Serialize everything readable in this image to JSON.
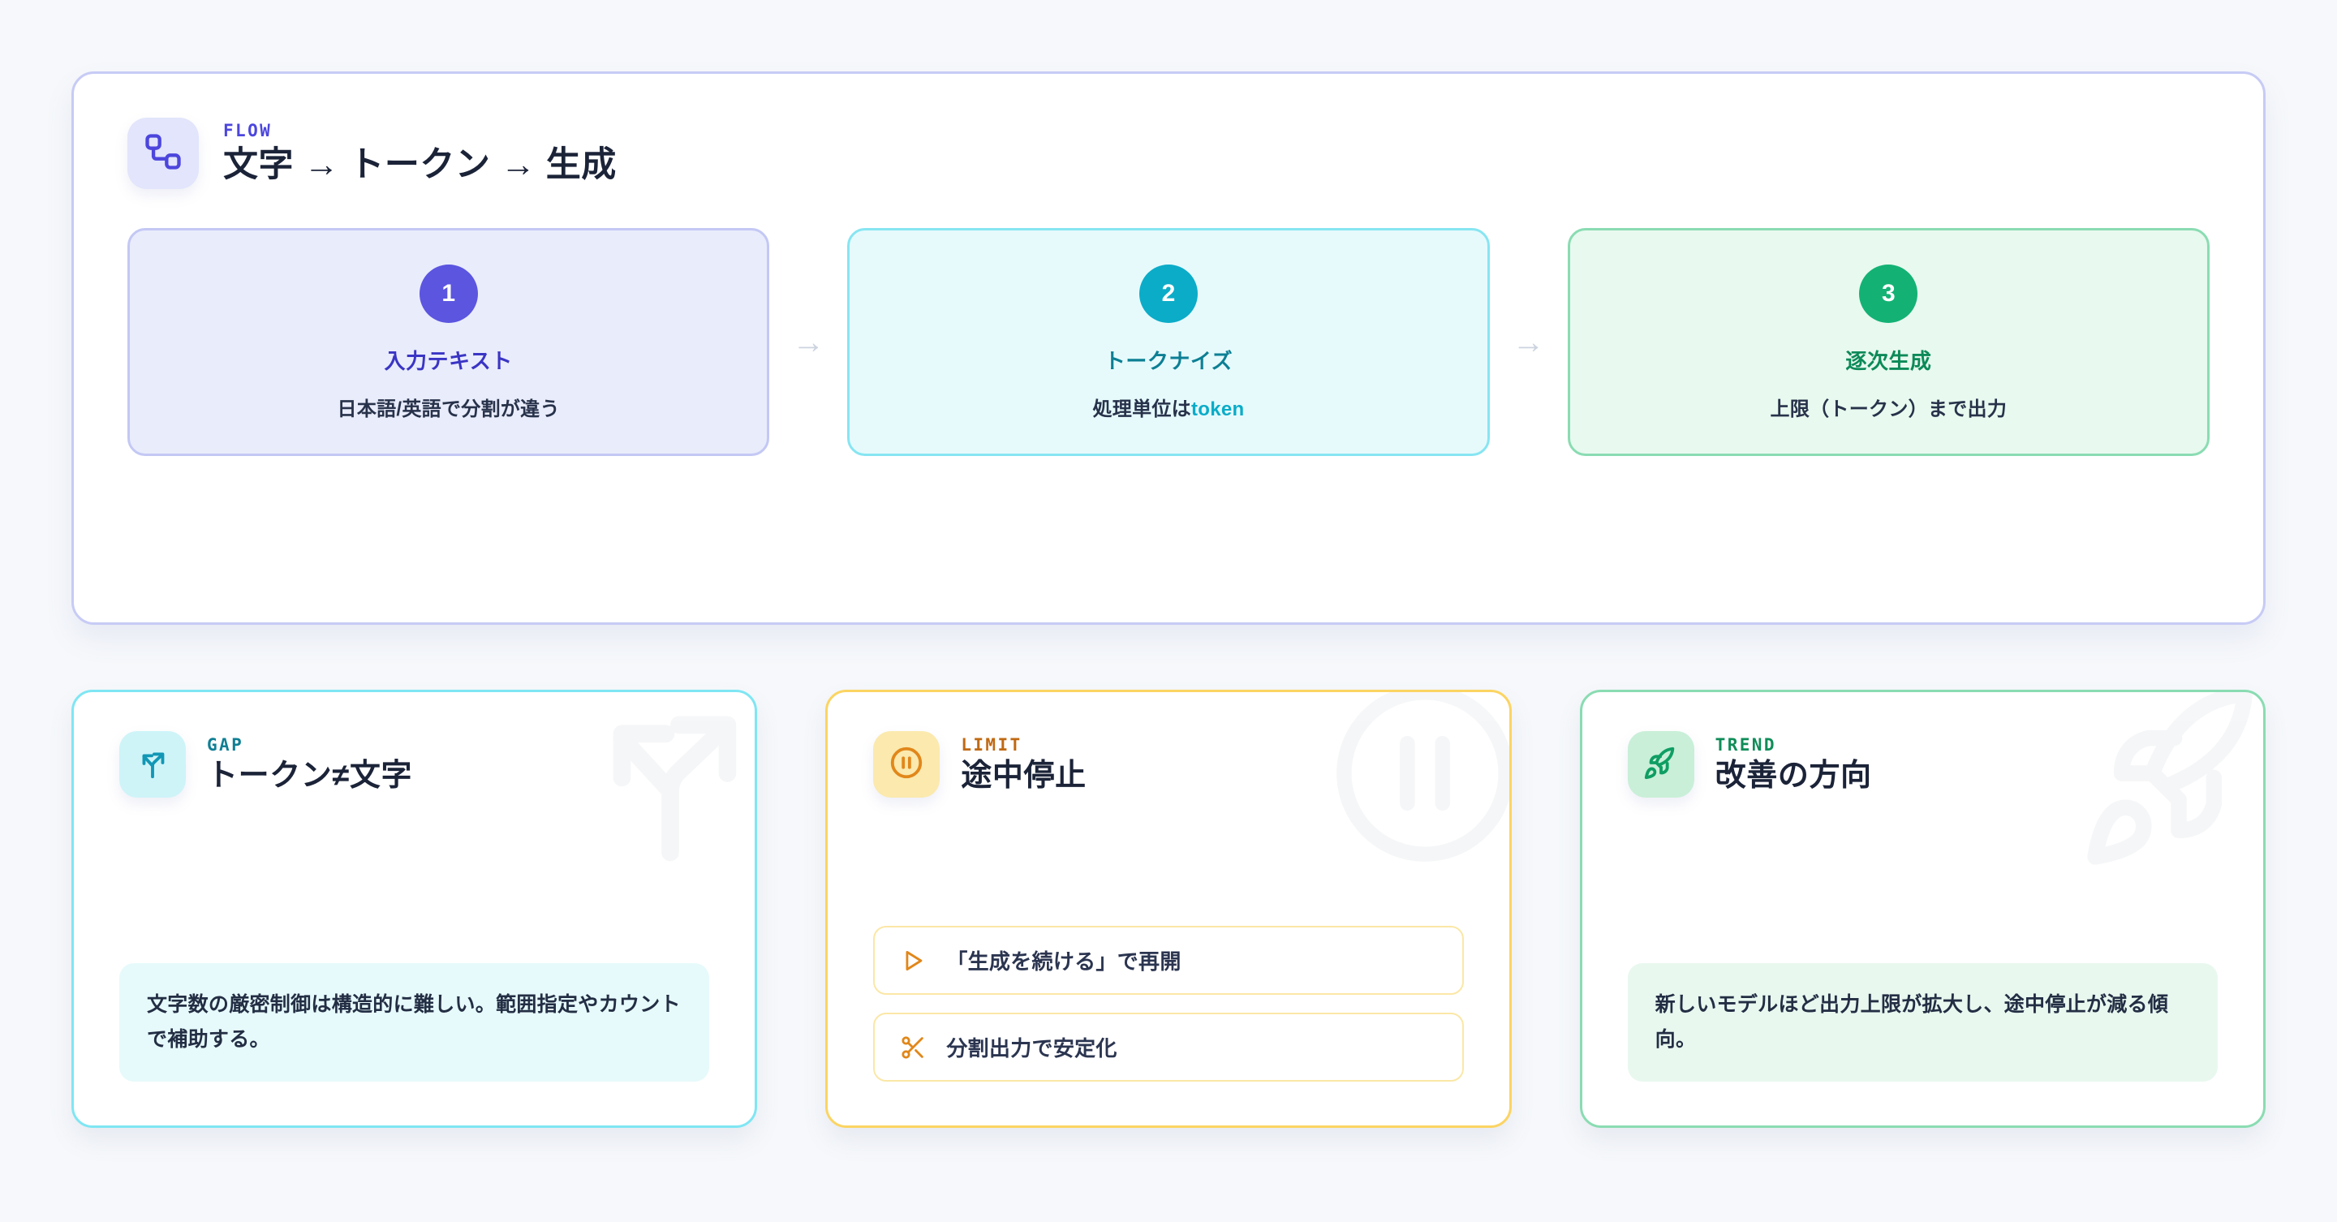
{
  "flow_panel": {
    "icon": "workflow-icon",
    "eyebrow": "FLOW",
    "title": "文字 → トークン → 生成",
    "arrow_glyph": "→",
    "steps": [
      {
        "number": "1",
        "name": "入力テキスト",
        "desc": "日本語/英語で分割が違う",
        "desc_highlight": "",
        "accent": "#5b55e0"
      },
      {
        "number": "2",
        "name": "トークナイズ",
        "desc": "処理単位は",
        "desc_highlight": "token",
        "accent": "#0bacc8"
      },
      {
        "number": "3",
        "name": "逐次生成",
        "desc": "上限（トークン）まで出力",
        "desc_highlight": "",
        "accent": "#13b274"
      }
    ]
  },
  "cards": [
    {
      "icon": "shuffle-arrows-icon",
      "watermark_icon": "shuffle-arrows-icon",
      "eyebrow": "GAP",
      "title": "トークン≠文字",
      "note": "文字数の厳密制御は構造的に難しい。範囲指定やカウントで補助する。",
      "accent": "#7fe6f3"
    },
    {
      "icon": "pause-circle-icon",
      "watermark_icon": "pause-circle-icon",
      "eyebrow": "LIMIT",
      "title": "途中停止",
      "items": [
        {
          "icon": "play-triangle-icon",
          "label": "「生成を続ける」で再開"
        },
        {
          "icon": "scissors-icon",
          "label": "分割出力で安定化"
        }
      ],
      "accent": "#fbd462"
    },
    {
      "icon": "rocket-icon",
      "watermark_icon": "rocket-icon",
      "eyebrow": "TREND",
      "title": "改善の方向",
      "note": "新しいモデルほど出力上限が拡大し、途中停止が減る傾向。",
      "accent": "#8adcb2"
    }
  ]
}
